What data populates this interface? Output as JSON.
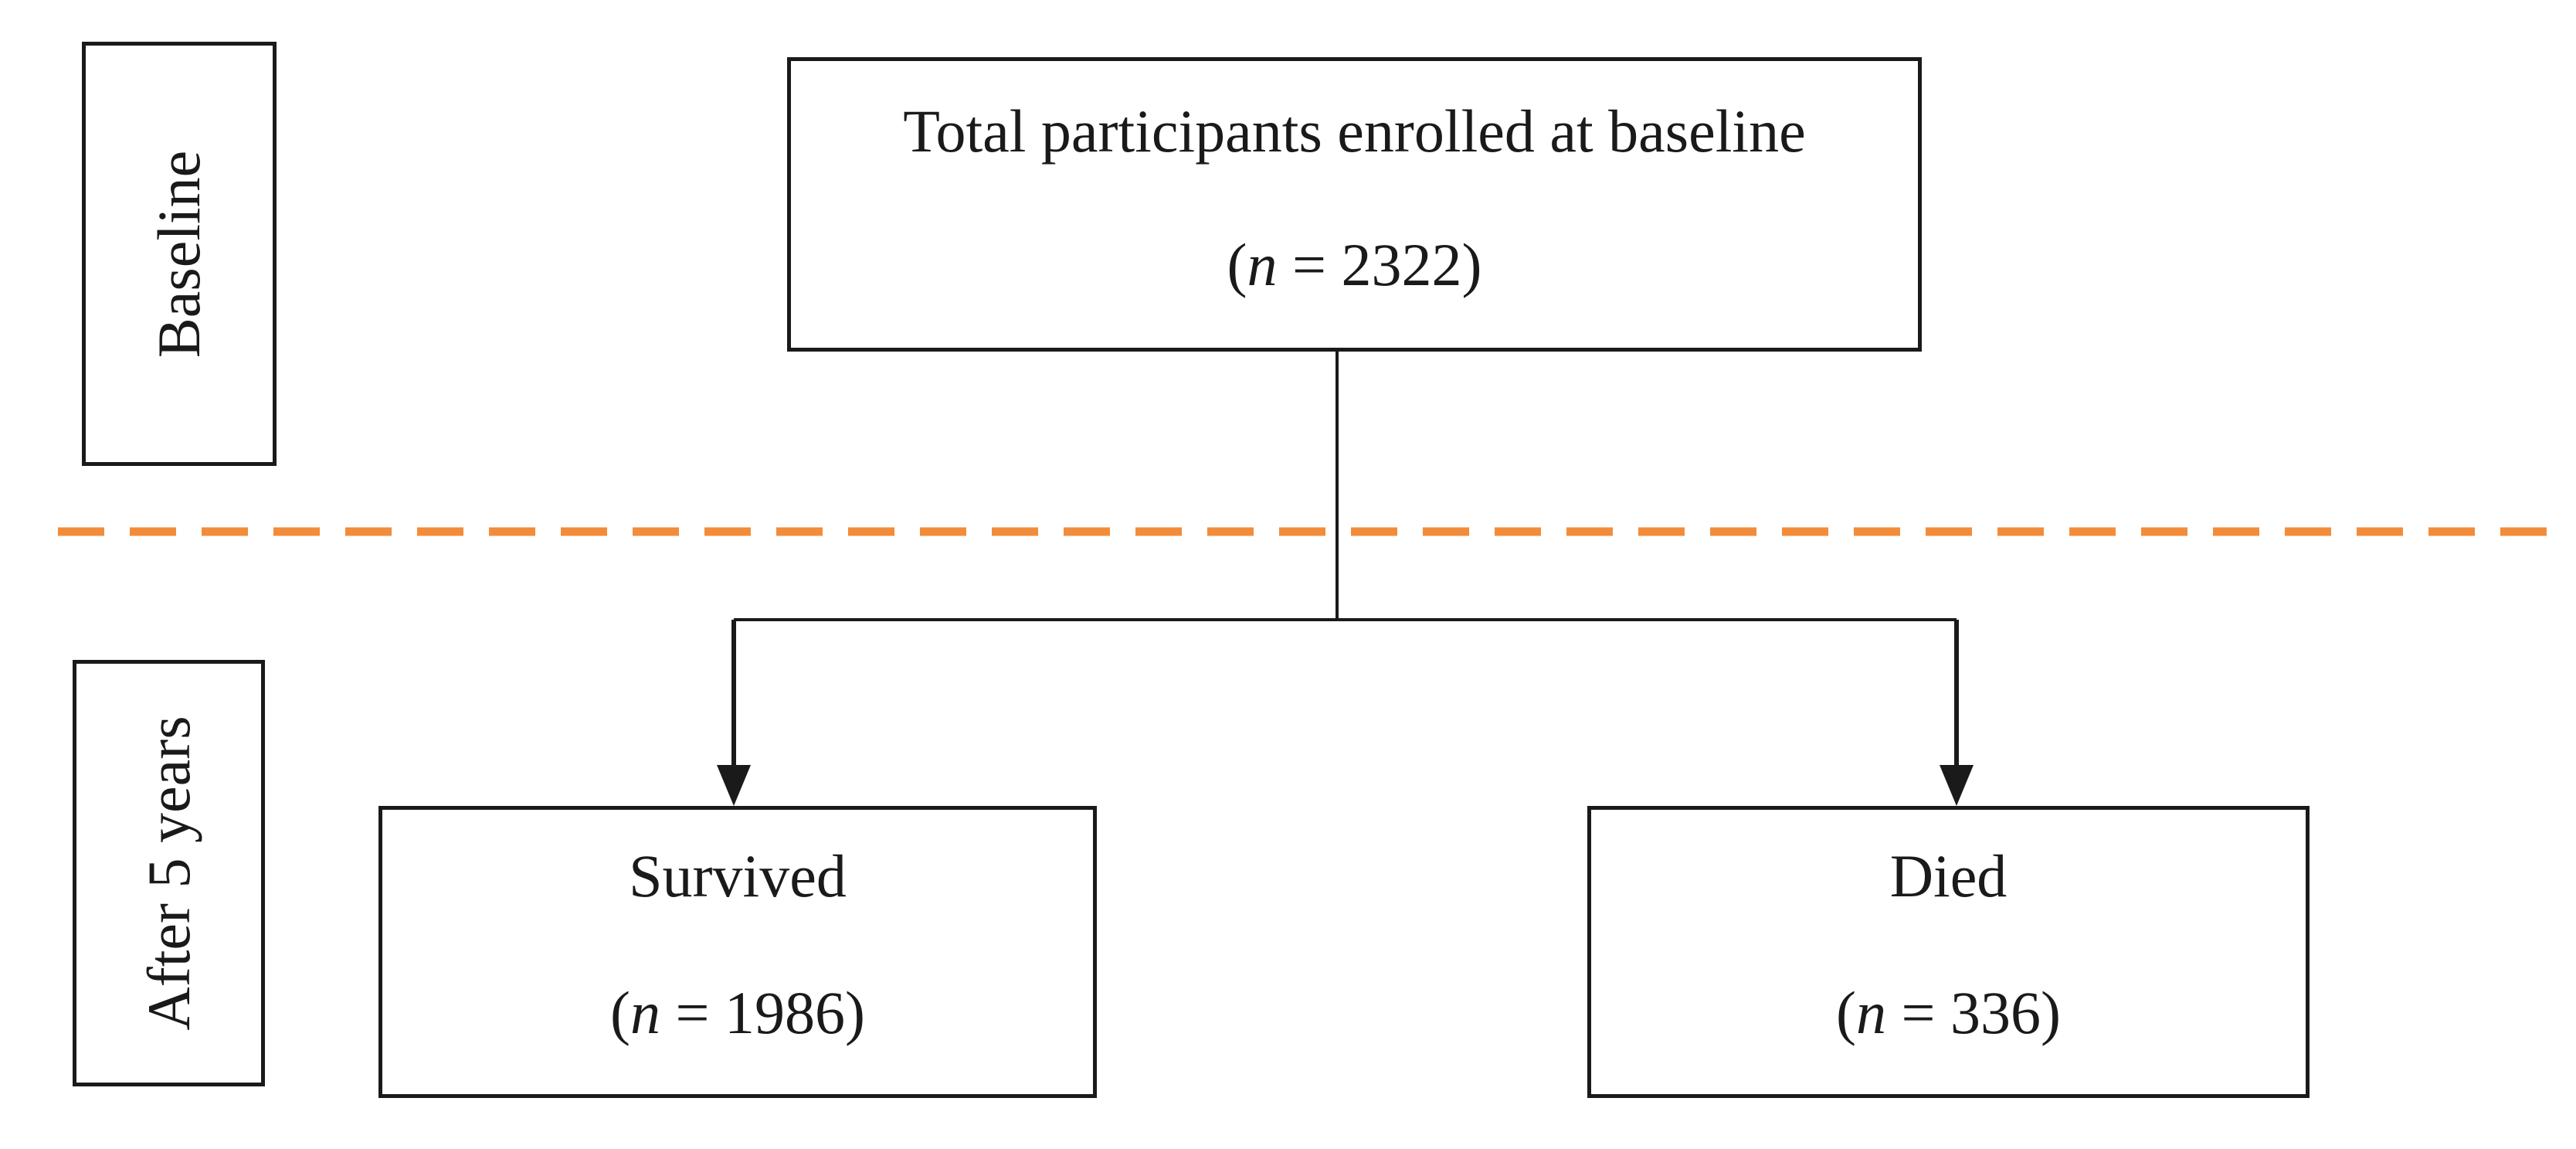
{
  "phases": {
    "baseline": {
      "label": "Baseline"
    },
    "after": {
      "label": "After 5 years"
    }
  },
  "nodes": {
    "total": {
      "title": "Total participants enrolled at baseline",
      "n_prefix": "(",
      "n_var": "n",
      "n_value": " = 2322)"
    },
    "survived": {
      "title": "Survived",
      "n_prefix": "(",
      "n_var": "n",
      "n_value": " = 1986)"
    },
    "died": {
      "title": "Died",
      "n_prefix": "(",
      "n_var": "n",
      "n_value": " = 336)"
    }
  },
  "colors": {
    "divider": "#f28c3a",
    "stroke": "#1a1a1a"
  }
}
